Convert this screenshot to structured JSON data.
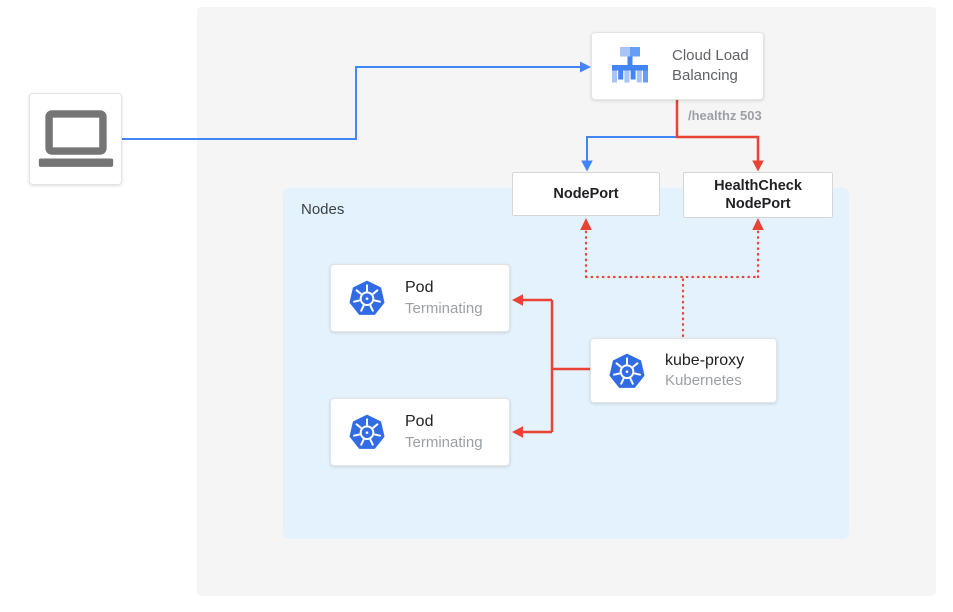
{
  "colors": {
    "blue": "#4285F4",
    "red": "#EA4335",
    "gray_panel": "#F5F5F5",
    "nodes_panel": "#E3F2FD",
    "k8s_blue": "#326CE5",
    "icon_gray": "#757575",
    "title_text": "#202124",
    "subtitle_text": "#9AA0A6",
    "label_text": "#3C4043",
    "clb_text": "#5F6368"
  },
  "diagram": {
    "client": {
      "icon": "laptop-icon"
    },
    "cloud_load_balancing": {
      "label": "Cloud Load Balancing",
      "icon": "cloud-load-balancing-icon"
    },
    "health_check_annotation": "/healthz 503",
    "node_port": {
      "label": "NodePort"
    },
    "health_check_node_port": {
      "label": "HealthCheck NodePort"
    },
    "nodes_group": {
      "label": "Nodes"
    },
    "pods": [
      {
        "label": "Pod",
        "status": "Terminating",
        "icon": "kubernetes-icon"
      },
      {
        "label": "Pod",
        "status": "Terminating",
        "icon": "kubernetes-icon"
      }
    ],
    "kube_proxy": {
      "label": "kube-proxy",
      "sublabel": "Kubernetes",
      "icon": "kubernetes-icon"
    }
  }
}
